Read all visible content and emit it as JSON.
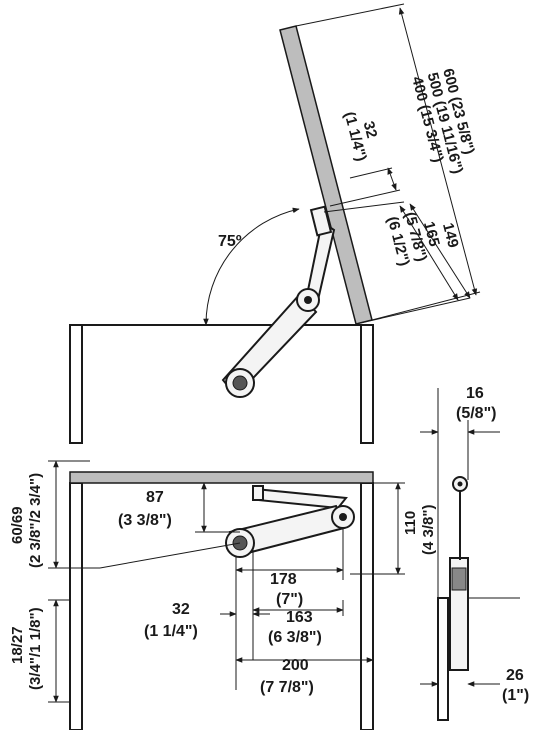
{
  "angle": {
    "label": "75º"
  },
  "lid_length": {
    "line1": "400 (15 3/4\")",
    "line2": "500 (19 11/16\")",
    "line3": "600 (23 5/8\")"
  },
  "top_offset": {
    "line1": "32",
    "line2": "(1 1/4\")"
  },
  "mount_span": {
    "line1": "149",
    "line2": "(5 7/8\")",
    "line3": "165",
    "line4": "(6 1/2\")"
  },
  "panel_thickness": {
    "line1": "60/69",
    "line2": "(2 3/8\"/2 3/4\")"
  },
  "mount_height": {
    "value": "87",
    "imperial": "(3 3/8\")"
  },
  "fitting_height": {
    "value": "110",
    "imperial": "(4 3/8\")"
  },
  "dist_178": {
    "value": "178",
    "imperial": "(7\")"
  },
  "dist_163": {
    "value": "163",
    "imperial": "(6 3/8\")"
  },
  "dist_32": {
    "value": "32",
    "imperial": "(1 1/4\")"
  },
  "dist_200": {
    "value": "200",
    "imperial": "(7 7/8\")"
  },
  "side_thickness": {
    "value": "18/27",
    "imperial": "(3/4\"/1 1/8\")"
  },
  "side_width": {
    "value": "16",
    "imperial": "(5/8\")"
  },
  "side_depth": {
    "value": "26",
    "imperial": "(1\")"
  }
}
